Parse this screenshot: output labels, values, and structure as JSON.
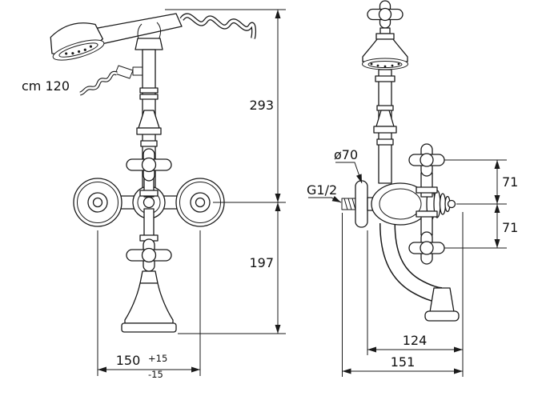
{
  "drawing": {
    "type": "faucet-technical-dimension-drawing",
    "colors": {
      "line": "#1a1a1a",
      "background": "#ffffff"
    },
    "labels": {
      "hose_length": "cm 120",
      "height_upper": "293",
      "height_lower": "197",
      "escutcheon_diameter": "ø70",
      "thread_size": "G1/2",
      "spacing_upper": "71",
      "spacing_lower": "71",
      "spout_reach": "124",
      "total_depth": "151",
      "connection_centers": "150",
      "tolerance_plus": "+15",
      "tolerance_minus": "-15"
    }
  }
}
